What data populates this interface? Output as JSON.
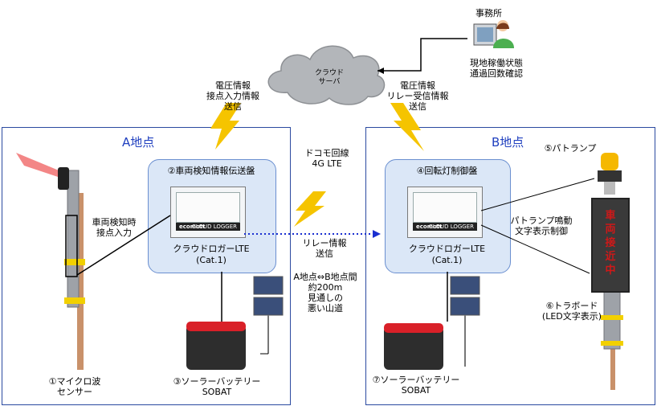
{
  "office": {
    "title": "事務所",
    "desc_lines": [
      "現地稼働状態",
      "通過回数確認"
    ]
  },
  "cloud": {
    "lines": [
      "クラウド",
      "サーバ"
    ]
  },
  "left_link_label": [
    "電圧情報",
    "接点入力情報",
    "送信"
  ],
  "right_link_label": [
    "電圧情報",
    "リレー受信情報",
    "送信"
  ],
  "site_a": {
    "title": "A地点",
    "panel_title": "②車両検知情報伝送盤",
    "logger_name": "クラウドロガーLTE",
    "logger_cat": "(Cat.1)",
    "detect_label": [
      "車両検知時",
      "接点入力"
    ],
    "sensor_label": [
      "①マイクロ波",
      "センサー"
    ],
    "battery_label": [
      "③ソーラーバッテリー",
      "SOBAT"
    ]
  },
  "site_b": {
    "title": "B地点",
    "panel_title": "④回転灯制御盤",
    "logger_name": "クラウドロガーLTE",
    "logger_cat": "(Cat.1)",
    "patlamp_label": "⑤パトランプ",
    "control_label": [
      "パトランプ鳴動",
      "文字表示制御"
    ],
    "board_label": [
      "⑥トラボード",
      "(LED文字表示)"
    ],
    "board_text": [
      "車",
      "両",
      "接",
      "近",
      "中"
    ],
    "battery_label": [
      "⑦ソーラーバッテリー",
      "SOBAT"
    ]
  },
  "network": {
    "label": [
      "ドコモ回線",
      "4G LTE"
    ]
  },
  "relay_label": [
    "リレー情報",
    "送信"
  ],
  "distance_label": [
    "A地点⇔B地点間",
    "約200m",
    "見通しの",
    "悪い山道"
  ],
  "logger_device": {
    "brand": "ecomott",
    "model": "CLOUD LOGGER"
  },
  "colors": {
    "region_border": "#2b4aa0",
    "panel_fill": "#dbe7f7",
    "lightning": "#f5c400",
    "dotted_arrow": "#1a2fd0",
    "title_blue": "#1f3fbf"
  }
}
